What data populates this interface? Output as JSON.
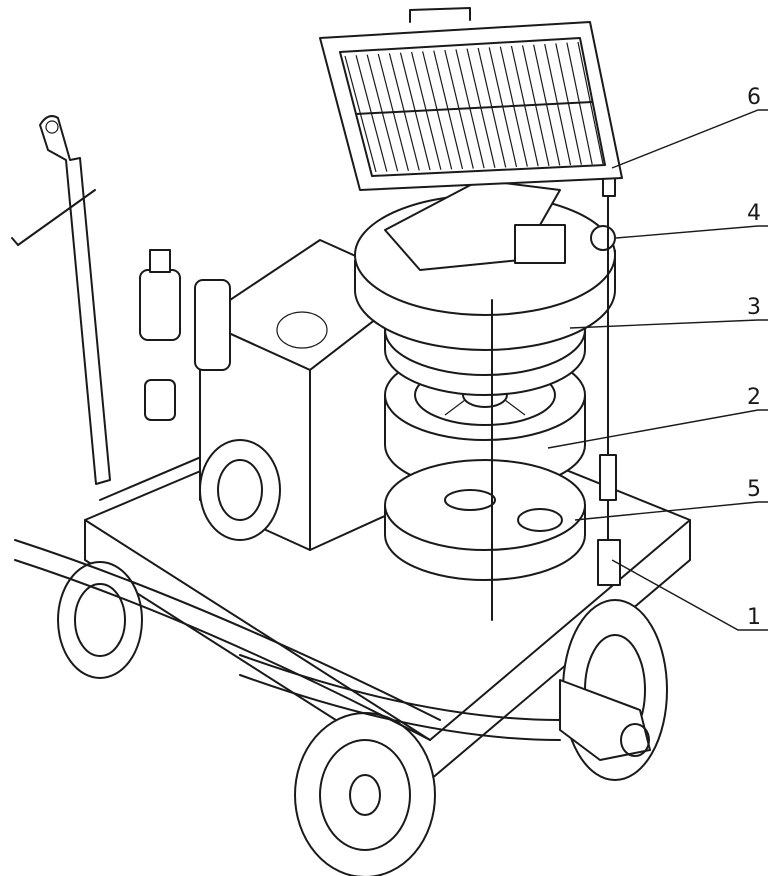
{
  "callouts": [
    {
      "label": "6"
    },
    {
      "label": "4"
    },
    {
      "label": "3"
    },
    {
      "label": "2"
    },
    {
      "label": "5"
    },
    {
      "label": "1"
    }
  ]
}
